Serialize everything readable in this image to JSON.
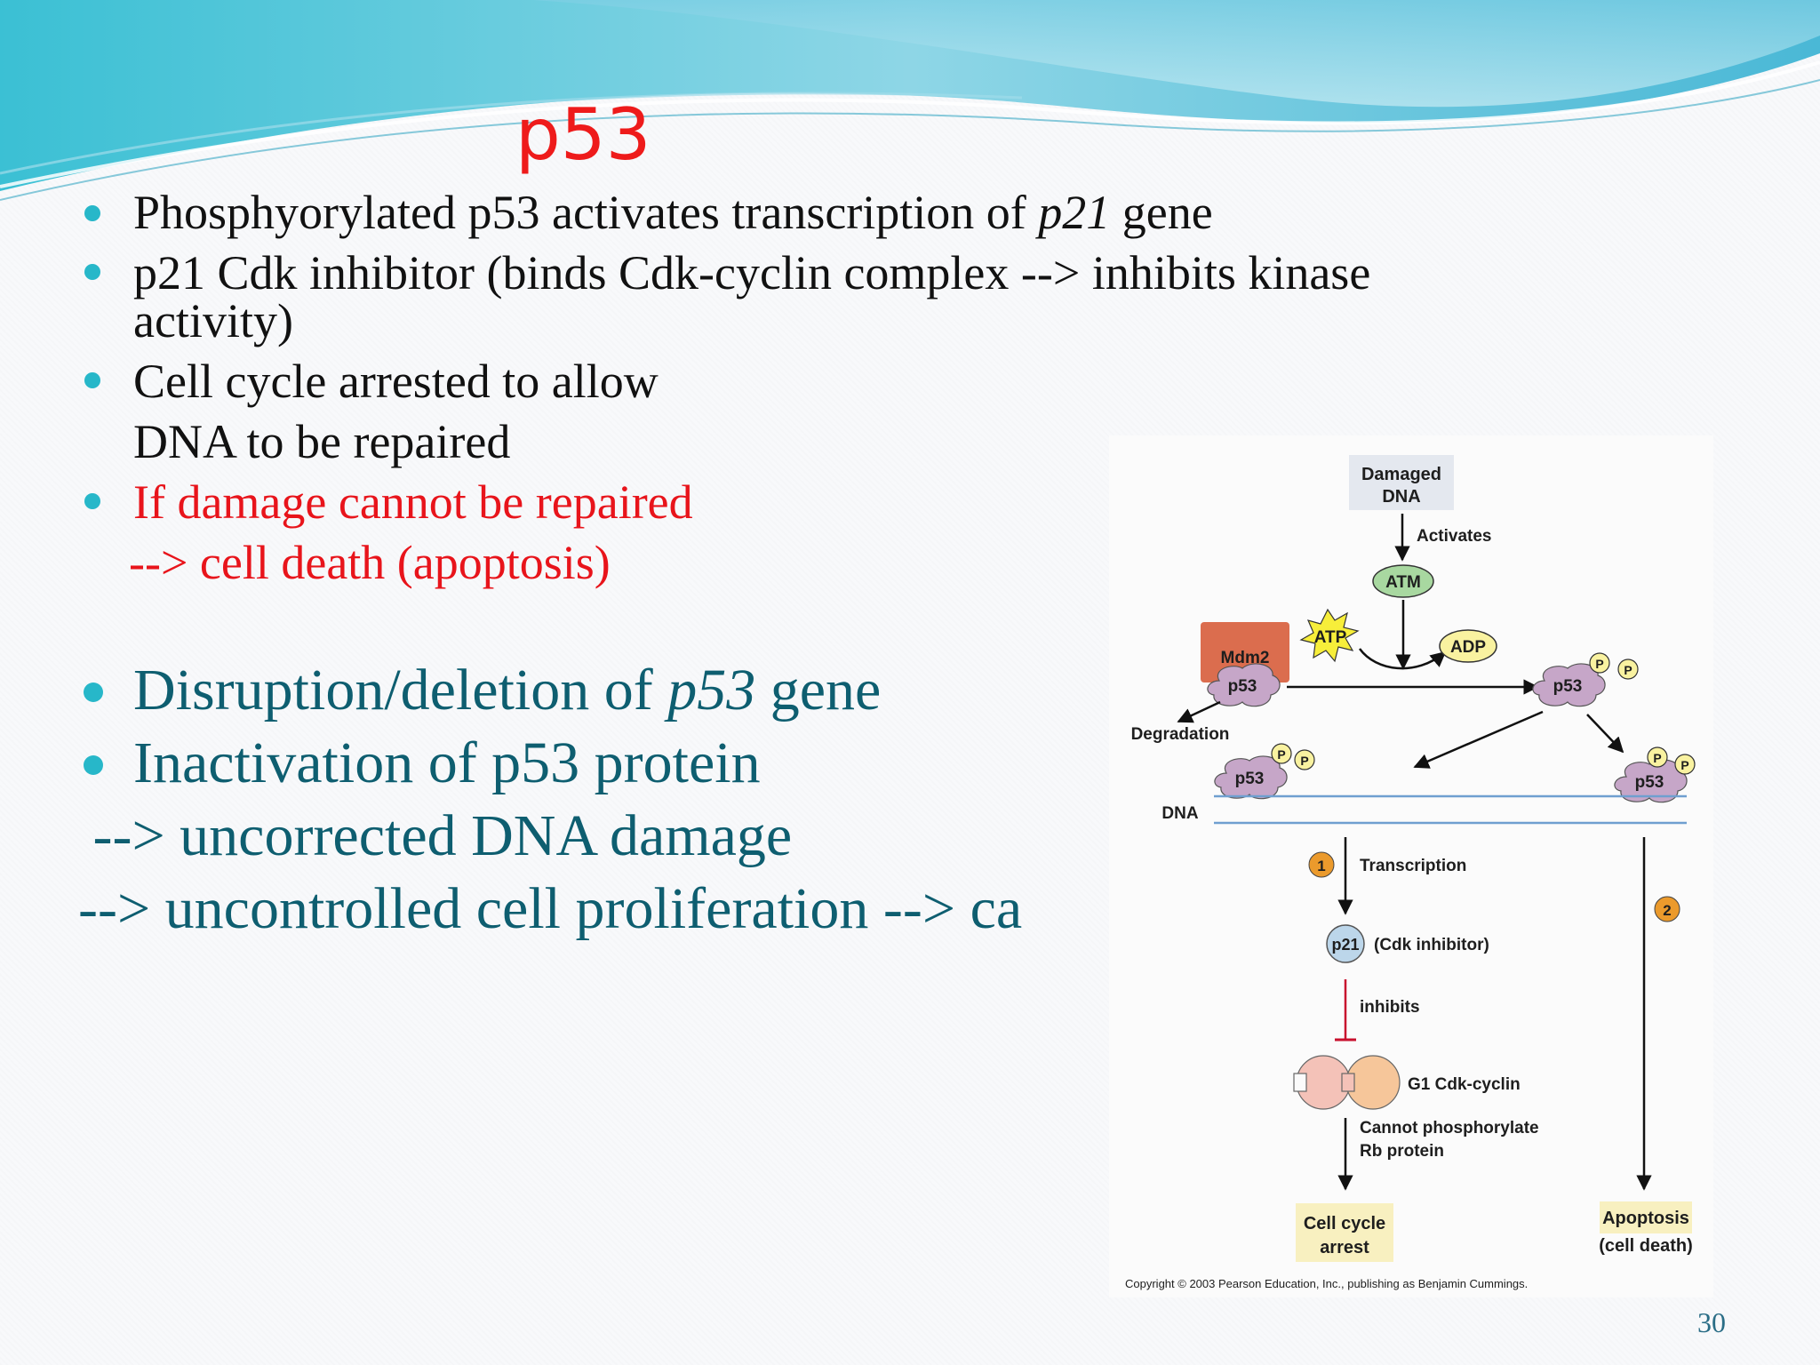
{
  "slide": {
    "title": "p53",
    "page_number": "30"
  },
  "bullets": {
    "b1_pre": "Phosphyorylated p53 activates transcription of ",
    "b1_em": "p21",
    "b1_post": " gene",
    "b2_line1": "p21 Cdk inhibitor (binds Cdk-cyclin complex --> inhibits kinase",
    "b2_line2": "activity)",
    "b3_line1": "Cell cycle arrested to allow",
    "b3_line2": "DNA to be repaired",
    "b4_line1": "If damage cannot be repaired",
    "b4_line2": "--> cell death (apoptosis)",
    "b5_pre": "Disruption/deletion of ",
    "b5_em": "p53",
    "b5_post": " gene",
    "b6": "Inactivation of p53 protein",
    "line7": " --> uncorrected DNA damage",
    "line8": "--> uncontrolled cell proliferation --> ca"
  },
  "diagram": {
    "damaged_dna_1": "Damaged",
    "damaged_dna_2": "DNA",
    "activates": "Activates",
    "atm": "ATM",
    "atp": "ATP",
    "adp": "ADP",
    "mdm2": "Mdm2",
    "p53": "p53",
    "p": "P",
    "degradation": "Degradation",
    "dna": "DNA",
    "step1": "1",
    "step2": "2",
    "transcription": "Transcription",
    "p21": "p21",
    "cdk_inhibitor": "(Cdk inhibitor)",
    "inhibits": "inhibits",
    "g1_cdk_cyclin": "G1 Cdk-cyclin",
    "cannot_phos_1": "Cannot phosphorylate",
    "cannot_phos_2": "Rb protein",
    "cell_cycle_1": "Cell cycle",
    "cell_cycle_2": "arrest",
    "apoptosis_1": "Apoptosis",
    "apoptosis_2": "(cell death)",
    "copyright": "Copyright © 2003 Pearson Education, Inc., publishing as Benjamin Cummings."
  },
  "colors": {
    "title": "#ee1b1b",
    "bullet": "#27b7c9",
    "teal_text": "#0e5e70",
    "red_text": "#e8141b",
    "p53_blob": "#c6a6c8",
    "mdm2": "#db6d4e",
    "atm": "#a8d8a0",
    "atp": "#f7ee3a",
    "adp": "#f9f2a0",
    "step_circle": "#eb9a2c",
    "p21_circle": "#bcd6ea",
    "box_fill": "#f8f0c0",
    "damaged_box": "#e4e8ef"
  }
}
